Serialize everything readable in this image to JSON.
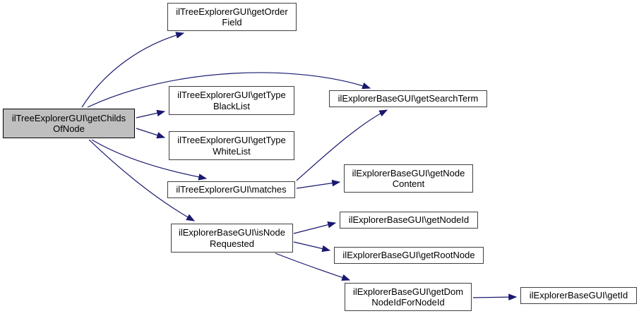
{
  "diagram": {
    "kind": "call-graph",
    "colors": {
      "edge": "#191970",
      "node_border": "#404040",
      "node_fill": "#ffffff",
      "highlight_fill": "#bfbfbf",
      "text": "#000000"
    },
    "nodes": [
      {
        "id": "getChildsOfNode",
        "label": "ilTreeExplorerGUI\\getChilds\nOfNode",
        "highlighted": true
      },
      {
        "id": "getOrderField",
        "label": "ilTreeExplorerGUI\\getOrder\nField",
        "highlighted": false
      },
      {
        "id": "getTypeBlackList",
        "label": "ilTreeExplorerGUI\\getType\nBlackList",
        "highlighted": false
      },
      {
        "id": "getTypeWhiteList",
        "label": "ilTreeExplorerGUI\\getType\nWhiteList",
        "highlighted": false
      },
      {
        "id": "matches",
        "label": "ilTreeExplorerGUI\\matches",
        "highlighted": false
      },
      {
        "id": "isNodeRequested",
        "label": "ilExplorerBaseGUI\\isNode\nRequested",
        "highlighted": false
      },
      {
        "id": "getSearchTerm",
        "label": "ilExplorerBaseGUI\\getSearchTerm",
        "highlighted": false
      },
      {
        "id": "getNodeContent",
        "label": "ilExplorerBaseGUI\\getNode\nContent",
        "highlighted": false
      },
      {
        "id": "getNodeId",
        "label": "ilExplorerBaseGUI\\getNodeId",
        "highlighted": false
      },
      {
        "id": "getRootNode",
        "label": "ilExplorerBaseGUI\\getRootNode",
        "highlighted": false
      },
      {
        "id": "getDomNodeIdForNodeId",
        "label": "ilExplorerBaseGUI\\getDom\nNodeIdForNodeId",
        "highlighted": false
      },
      {
        "id": "getId",
        "label": "ilExplorerBaseGUI\\getId",
        "highlighted": false
      }
    ],
    "edges": [
      {
        "from": "getChildsOfNode",
        "to": "getOrderField"
      },
      {
        "from": "getChildsOfNode",
        "to": "getSearchTerm"
      },
      {
        "from": "getChildsOfNode",
        "to": "getTypeBlackList"
      },
      {
        "from": "getChildsOfNode",
        "to": "getTypeWhiteList"
      },
      {
        "from": "getChildsOfNode",
        "to": "matches"
      },
      {
        "from": "getChildsOfNode",
        "to": "isNodeRequested"
      },
      {
        "from": "matches",
        "to": "getSearchTerm"
      },
      {
        "from": "matches",
        "to": "getNodeContent"
      },
      {
        "from": "isNodeRequested",
        "to": "getNodeId"
      },
      {
        "from": "isNodeRequested",
        "to": "getRootNode"
      },
      {
        "from": "isNodeRequested",
        "to": "getDomNodeIdForNodeId"
      },
      {
        "from": "getDomNodeIdForNodeId",
        "to": "getId"
      }
    ]
  }
}
